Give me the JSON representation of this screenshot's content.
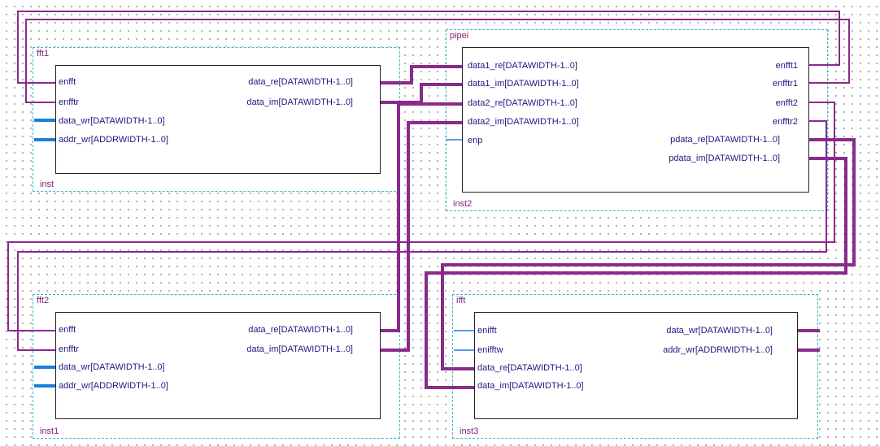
{
  "blocks": {
    "fft1": {
      "name": "fft1",
      "instance": "inst",
      "inputs": [
        "enfft",
        "enfftr",
        "data_wr[DATAWIDTH-1..0]",
        "addr_wr[ADDRWIDTH-1..0]"
      ],
      "outputs": [
        "data_re[DATAWIDTH-1..0]",
        "data_im[DATAWIDTH-1..0]"
      ]
    },
    "pipei": {
      "name": "pipei",
      "instance": "inst2",
      "inputs": [
        "data1_re[DATAWIDTH-1..0]",
        "data1_im[DATAWIDTH-1..0]",
        "data2_re[DATAWIDTH-1..0]",
        "data2_im[DATAWIDTH-1..0]",
        "enp"
      ],
      "outputs": [
        "enfft1",
        "enfftr1",
        "enfft2",
        "enfftr2",
        "pdata_re[DATAWIDTH-1..0]",
        "pdata_im[DATAWIDTH-1..0]"
      ]
    },
    "fft2": {
      "name": "fft2",
      "instance": "inst1",
      "inputs": [
        "enfft",
        "enfftr",
        "data_wr[DATAWIDTH-1..0]",
        "addr_wr[ADDRWIDTH-1..0]"
      ],
      "outputs": [
        "data_re[DATAWIDTH-1..0]",
        "data_im[DATAWIDTH-1..0]"
      ]
    },
    "ifft": {
      "name": "ifft",
      "instance": "inst3",
      "inputs": [
        "enifft",
        "enifftw",
        "data_re[DATAWIDTH-1..0]",
        "data_im[DATAWIDTH-1..0]"
      ],
      "outputs": [
        "data_wr[DATAWIDTH-1..0]",
        "addr_wr[ADDRWIDTH-1..0]"
      ]
    }
  },
  "colors": {
    "signal_wire": "#8a2a8a",
    "bus_wire": "#1e7fd8",
    "frame_border": "#3bb7c6",
    "label_text": "#1a1a80",
    "title_text": "#7a1f7a"
  }
}
